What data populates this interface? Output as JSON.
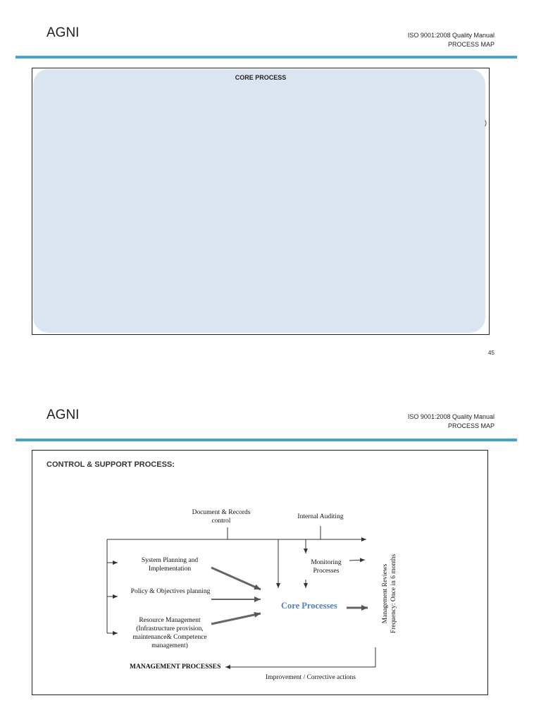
{
  "pages": [
    {
      "company": "AGNI",
      "header_line1": "ISO 9001:2008 Quality Manual",
      "header_line2": "PROCESS MAP",
      "section_title": "CORE PROCESS",
      "stray_mark": ")",
      "page_number": "45"
    },
    {
      "company": "AGNI",
      "header_line1": "ISO 9001:2008 Quality Manual",
      "header_line2": "PROCESS MAP",
      "section_title": "CONTROL & SUPPORT PROCESS:",
      "diagram": {
        "document_records": "Document & Records control",
        "internal_auditing": "Internal Auditing",
        "system_planning": "System Planning and Implementation",
        "policy_objectives": "Policy & Objectives planning",
        "resource_management": "Resource Management (Infrastructure provision, maintenance& Competence management)",
        "monitoring": "Monitoring Processes",
        "core_processes": "Core Processes",
        "management_reviews": "Management Reviews",
        "review_frequency": "Frequency: Once in 6 months",
        "management_processes": "MANAGEMENT PROCESSES",
        "improvement": "Improvement / Corrective actions"
      }
    }
  ],
  "colors": {
    "header_rule": "#4ba3c9",
    "core_panel": "#dbe5f1",
    "core_processes_text": "#4f81bd"
  }
}
